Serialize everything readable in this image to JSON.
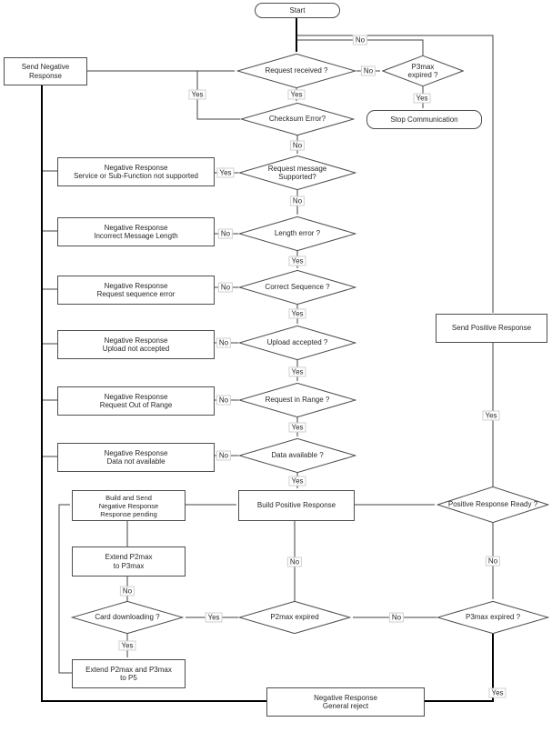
{
  "diagram": {
    "colors": {
      "background": "#ffffff",
      "line": "#404040",
      "emphasis_line": "#000000",
      "shape_border": "#4d4d4d",
      "text": "#262626"
    },
    "nodes": {
      "start": {
        "label": "Start"
      },
      "request_received": {
        "label": "Request received ?"
      },
      "p3max_expired_top": {
        "label": "P3max\nexpired ?"
      },
      "stop_communication": {
        "label": "Stop Communication"
      },
      "checksum_error": {
        "label": "Checksum Error?"
      },
      "request_message_supported": {
        "label": "Request message\nSupported?"
      },
      "length_error": {
        "label": "Length error ?"
      },
      "correct_sequence": {
        "label": "Correct Sequence ?"
      },
      "upload_accepted": {
        "label": "Upload accepted ?"
      },
      "request_in_range": {
        "label": "Request in Range ?"
      },
      "data_available": {
        "label": "Data available ?"
      },
      "send_negative_response": {
        "label": "Send Negative Response"
      },
      "neg_service": {
        "label": "Negative Response\nService or Sub-Function not supported"
      },
      "neg_length": {
        "label": "Negative Response\nIncorrect Message Length"
      },
      "neg_sequence": {
        "label": "Negative Response\nRequest sequence error"
      },
      "neg_upload": {
        "label": "Negative Response\nUpload not accepted"
      },
      "neg_range": {
        "label": "Negative Response\nRequest Out of Range"
      },
      "neg_data": {
        "label": "Negative Response\nData not available"
      },
      "build_positive_response": {
        "label": "Build Positive Response"
      },
      "build_send_response_pending": {
        "label": "Build and Send\nNegative Response\nResponse pending"
      },
      "extend_p2max_p3max": {
        "label": "Extend P2max\nto P3max"
      },
      "card_downloading": {
        "label": "Card downloading ?"
      },
      "extend_p2max_p3max_p5": {
        "label": "Extend P2max and P3max\nto P5"
      },
      "p2max_expired": {
        "label": "P2max expired"
      },
      "p3max_expired_bottom": {
        "label": "P3max expired ?"
      },
      "positive_response_ready": {
        "label": "Positive Response Ready ?"
      },
      "send_positive_response": {
        "label": "Send Positive Response"
      },
      "neg_general_reject": {
        "label": "Negative Response\nGeneral reject"
      }
    },
    "edge_labels": [
      {
        "id": "request-received-yes",
        "text": "Yes"
      },
      {
        "id": "request-received-no",
        "text": "No"
      },
      {
        "id": "p3max-top-no",
        "text": "No"
      },
      {
        "id": "p3max-top-yes",
        "text": "Yes"
      },
      {
        "id": "checksum-yes",
        "text": "Yes"
      },
      {
        "id": "checksum-no",
        "text": "No"
      },
      {
        "id": "supported-yes",
        "text": "Yes"
      },
      {
        "id": "supported-no",
        "text": "No"
      },
      {
        "id": "length-no",
        "text": "No"
      },
      {
        "id": "length-yes",
        "text": "Yes"
      },
      {
        "id": "sequence-no",
        "text": "No"
      },
      {
        "id": "sequence-yes",
        "text": "Yes"
      },
      {
        "id": "upload-no",
        "text": "No"
      },
      {
        "id": "upload-yes",
        "text": "Yes"
      },
      {
        "id": "range-no",
        "text": "No"
      },
      {
        "id": "range-yes",
        "text": "Yes"
      },
      {
        "id": "data-no",
        "text": "No"
      },
      {
        "id": "data-yes",
        "text": "Yes"
      },
      {
        "id": "ready-yes",
        "text": "Yes"
      },
      {
        "id": "ready-no",
        "text": "No"
      },
      {
        "id": "p2max-no",
        "text": "No"
      },
      {
        "id": "p2max-yes",
        "text": "Yes"
      },
      {
        "id": "p3max-bottom-no",
        "text": "No"
      },
      {
        "id": "p3max-bottom-yes",
        "text": "Yes"
      },
      {
        "id": "card-no",
        "text": "No"
      },
      {
        "id": "card-yes",
        "text": "Yes"
      }
    ]
  }
}
